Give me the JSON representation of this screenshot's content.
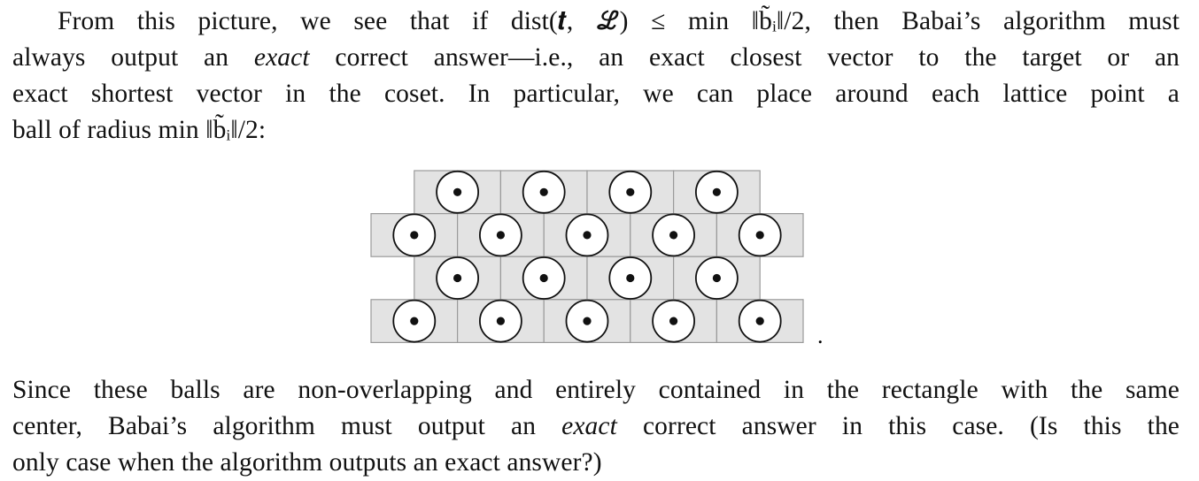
{
  "paragraph_1": {
    "line_1": "From this picture, we see that if dist(𝒕, ℒ) ≤ min ‖b̃ᵢ‖/2, then Babai’s algorithm must",
    "line_2a": "always output an ",
    "line_2_emph": "exact",
    "line_2b": " correct answer—i.e., an exact closest vector to the target or an",
    "line_3": "exact shortest vector in the coset. In particular, we can place around each lattice point a",
    "line_4": "ball of radius min ‖b̃ᵢ‖/2:"
  },
  "figure": {
    "rows": [
      {
        "cells": 4,
        "offset": "shifted"
      },
      {
        "cells": 5,
        "offset": "flush"
      },
      {
        "cells": 4,
        "offset": "shifted"
      },
      {
        "cells": 5,
        "offset": "flush"
      }
    ],
    "cell_fill": "#e3e3e3",
    "cell_stroke": "#9a9a9a",
    "circle_fill": "#ffffff",
    "circle_stroke": "#111111",
    "dot_color": "#111111",
    "trailing_period": "."
  },
  "paragraph_2": {
    "line_1": "Since these balls are non-overlapping and entirely contained in the rectangle with the same",
    "line_2a": "center, Babai’s algorithm must output an ",
    "line_2_emph": "exact",
    "line_2b": " correct answer in this case. (Is this the",
    "line_3": "only case when the algorithm outputs an exact answer?)"
  }
}
